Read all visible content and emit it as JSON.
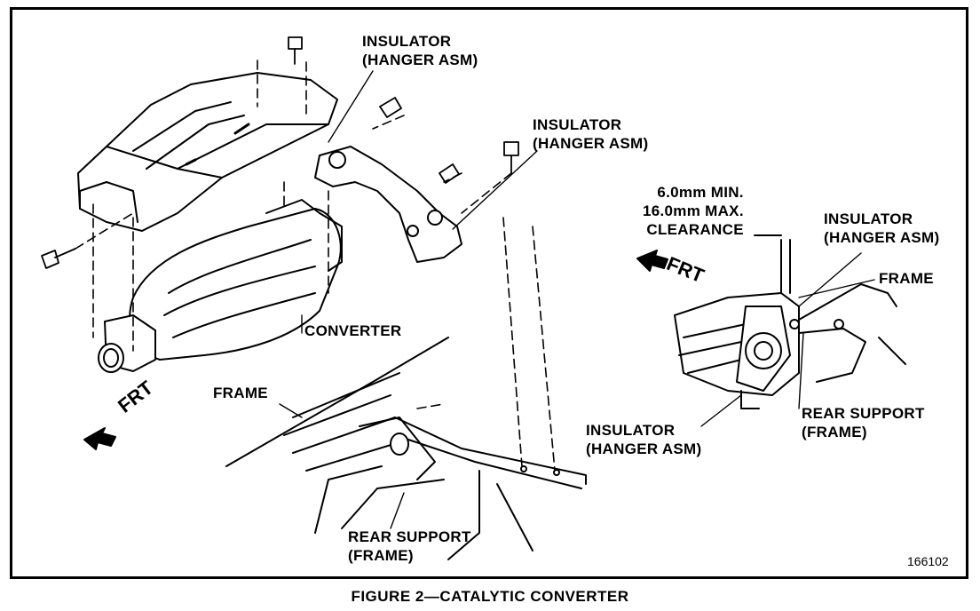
{
  "labels": {
    "insulator_top_1": "INSULATOR",
    "insulator_top_2": "(HANGER ASM)",
    "insulator_mid_1": "INSULATOR",
    "insulator_mid_2": "(HANGER ASM)",
    "converter": "CONVERTER",
    "frame_left": "FRAME",
    "frt_left": "FRT",
    "rear_support_1": "REAR SUPPORT",
    "rear_support_2": "(FRAME)",
    "clearance_1": "6.0mm MIN.",
    "clearance_2": "16.0mm MAX.",
    "clearance_3": "CLEARANCE",
    "insulator_right_1": "INSULATOR",
    "insulator_right_2": "(HANGER ASM)",
    "frt_right": "FRT",
    "frame_right": "FRAME",
    "insulator_bottom_1": "INSULATOR",
    "insulator_bottom_2": "(HANGER ASM)",
    "rear_support_right_1": "REAR SUPPORT",
    "rear_support_right_2": "(FRAME)",
    "figure_number": "166102"
  },
  "caption": "FIGURE 2—CATALYTIC CONVERTER"
}
